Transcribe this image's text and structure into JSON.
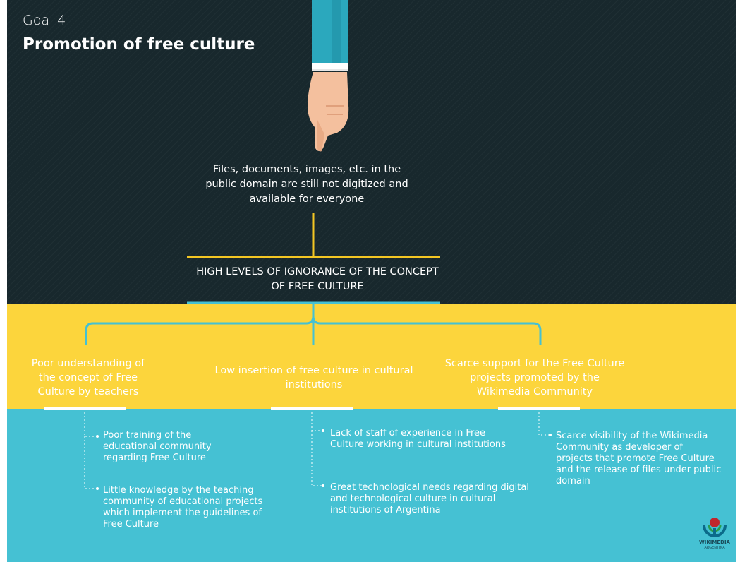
{
  "header": {
    "goal_label": "Goal 4",
    "goal_title": "Promotion of free culture"
  },
  "problem": {
    "text": "Files, documents, images, etc. in the public domain are still not digitized and available for everyone"
  },
  "core_problem": {
    "text": "HIGH LEVELS OF IGNORANCE OF THE CONCEPT OF FREE CULTURE"
  },
  "causes": [
    {
      "text": "Poor understanding of the concept of Free Culture by teachers"
    },
    {
      "text": "Low insertion of free culture in cultural institutions"
    },
    {
      "text": "Scarce support for the Free Culture projects promoted by the Wikimedia Community"
    }
  ],
  "effects": [
    {
      "items": [
        "Poor training of the educational community regarding Free Culture",
        "Little knowledge by the teaching community of educational projects which implement the guidelines of Free Culture"
      ]
    },
    {
      "items": [
        "Lack of staff of experience in Free Culture working in cultural institutions",
        "Great technological needs regarding digital and technological culture in cultural institutions of Argentina"
      ]
    },
    {
      "items": [
        "Scarce visibility of the Wikimedia Community as developer of projects that promote Free Culture and the release of files under public domain"
      ]
    }
  ],
  "logo": {
    "text": "WIKIMEDIA",
    "subtext": "ARGENTINA",
    "icon": "wikimedia-logo-icon"
  },
  "colors": {
    "dark_background": "#18282d",
    "yellow": "#fcd53c",
    "blue": "#45c1d3",
    "line_yellow": "#f3c623",
    "line_blue": "#45c1d3",
    "white": "#ffffff"
  },
  "icons": {
    "pointing_hand": "pointing-hand-icon"
  }
}
